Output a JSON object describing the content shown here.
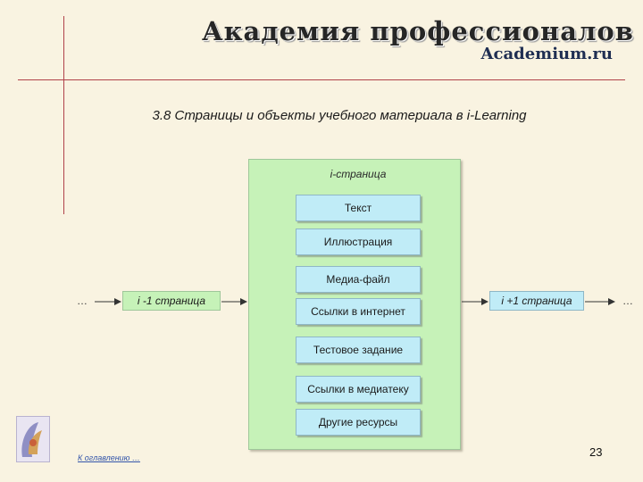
{
  "header": {
    "title": "Академия профессионалов",
    "subtitle": "Academium.ru"
  },
  "slide": {
    "title": "3.8 Страницы и объекты учебного материала в i-Learning"
  },
  "diagram": {
    "current_page_label": "i-страница",
    "objects": [
      {
        "label": "Текст"
      },
      {
        "label": "Иллюстрация"
      },
      {
        "label": "Медиа-файл"
      },
      {
        "label": "Ссылки в интернет"
      },
      {
        "label": "Тестовое задание"
      },
      {
        "label": "Ссылки в медиатеку"
      },
      {
        "label": "Другие ресурсы"
      }
    ],
    "prev_page_label": "i -1 страница",
    "next_page_label": "i +1 страница",
    "ellipsis_left": "…",
    "ellipsis_right": "…"
  },
  "footer": {
    "toc_link": "К оглавлению …",
    "page_number": "23"
  },
  "colors": {
    "background": "#f9f3e1",
    "rule_lines": "#b0424a",
    "panel_green": "#c6f2b8",
    "box_blue": "#c0ecf7"
  },
  "icons": {
    "logo": "academy-logo-icon"
  }
}
